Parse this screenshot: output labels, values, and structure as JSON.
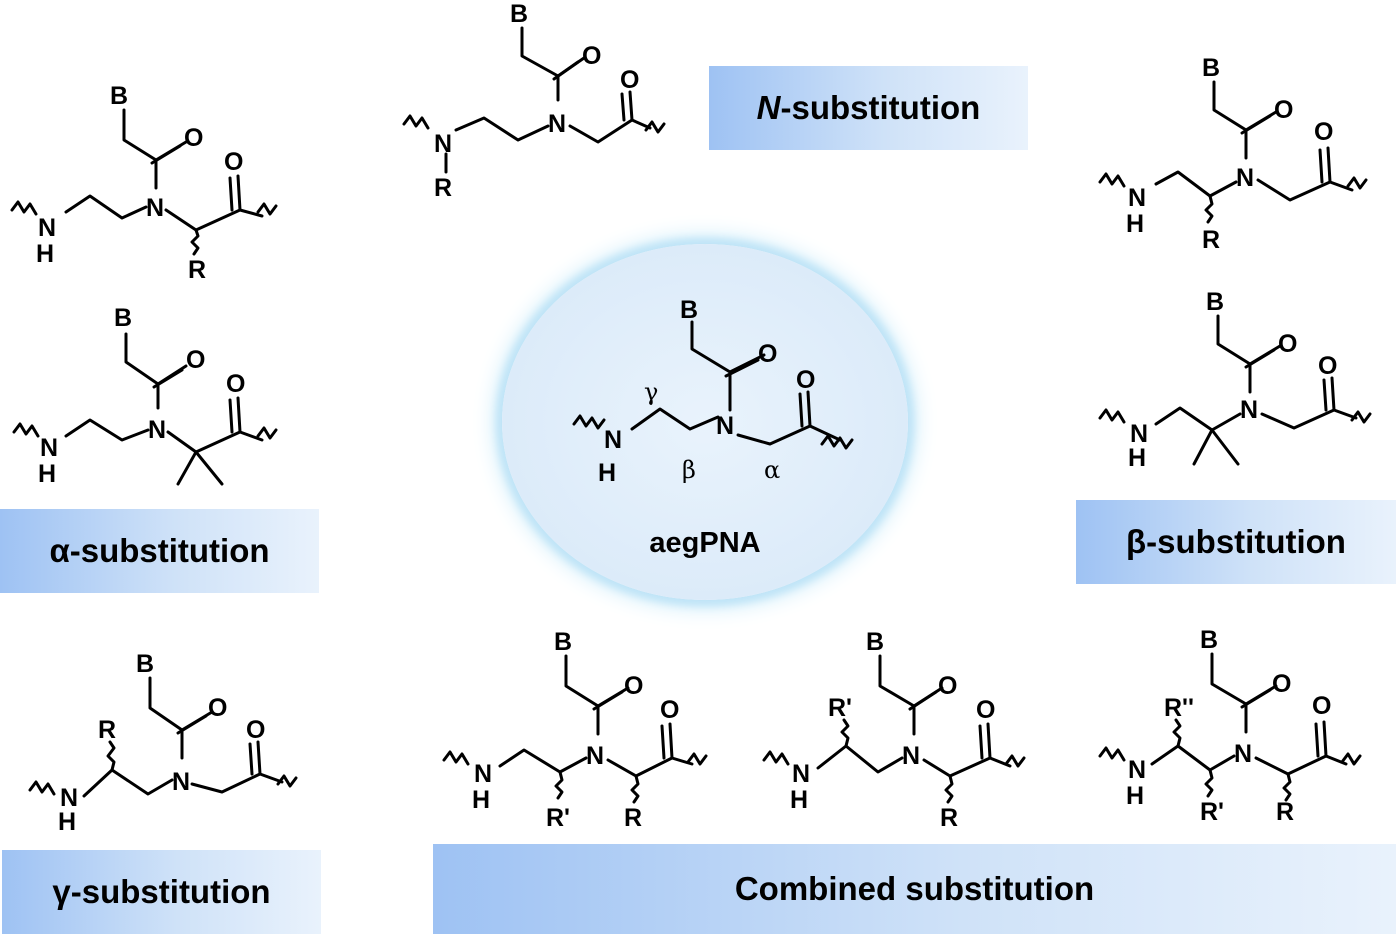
{
  "center": {
    "title": "aegPNA"
  },
  "labels": {
    "alpha": "α-substitution",
    "beta": "β-substitution",
    "gamma": "γ-substitution",
    "n_sub_prefix": "N",
    "n_sub_suffix": "-substitution",
    "combined": "Combined substitution"
  },
  "atoms": {
    "base": "B",
    "oxygen": "O",
    "nitrogen": "N",
    "amine_n": "N",
    "amine_h": "H",
    "r": "R",
    "r_prime": "R'",
    "r_double_prime": "R''",
    "alpha_pos": "α",
    "beta_pos": "β",
    "gamma_pos": "γ"
  },
  "colors": {
    "label_gradient_start": "#9ec2f3",
    "label_gradient_end": "#e9f2fc",
    "circle_glow": "#bfe4f7"
  }
}
